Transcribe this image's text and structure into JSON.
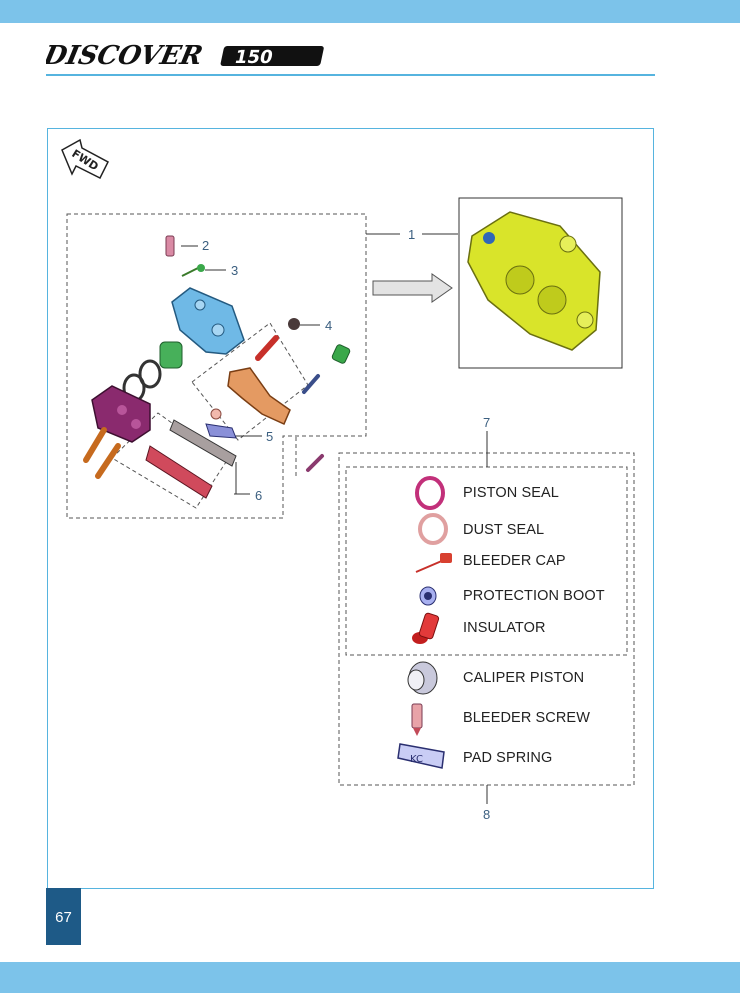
{
  "header": {
    "logo_text": "DISCOVER 150",
    "accent_color": "#7cc3ea",
    "rule_color": "#56b4df"
  },
  "diagram": {
    "fwd_label": "FWD",
    "callouts": [
      "1",
      "2",
      "3",
      "4",
      "5",
      "6",
      "7",
      "8"
    ]
  },
  "legend": {
    "items": [
      {
        "label": "PISTON SEAL",
        "icon": "piston-seal-icon"
      },
      {
        "label": "DUST SEAL",
        "icon": "dust-seal-icon"
      },
      {
        "label": "BLEEDER CAP",
        "icon": "bleeder-cap-icon"
      },
      {
        "label": "PROTECTION BOOT",
        "icon": "protection-boot-icon"
      },
      {
        "label": "INSULATOR",
        "icon": "insulator-icon"
      },
      {
        "label": "CALIPER PISTON",
        "icon": "caliper-piston-icon"
      },
      {
        "label": "BLEEDER SCREW",
        "icon": "bleeder-screw-icon"
      },
      {
        "label": "PAD SPRING",
        "icon": "pad-spring-icon"
      }
    ]
  },
  "footer": {
    "page_number": "67"
  }
}
